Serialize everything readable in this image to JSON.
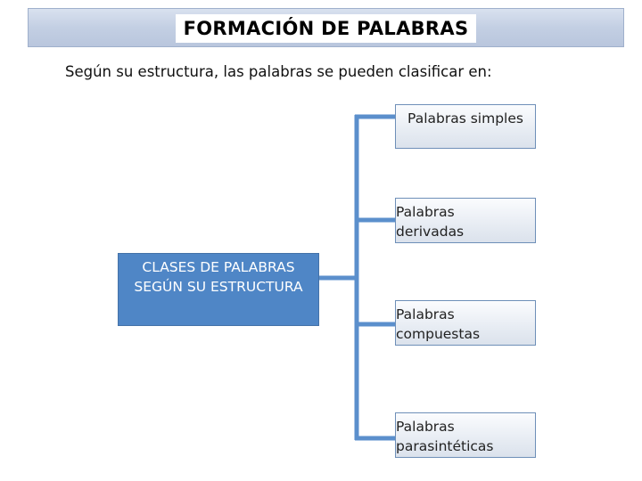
{
  "title": "FORMACIÓN DE PALABRAS",
  "intro": "Según su estructura, las palabras se pueden clasificar en:",
  "root": {
    "line1": "CLASES DE PALABRAS",
    "line2": "SEGÚN SU ESTRUCTURA"
  },
  "children": [
    {
      "line1": "Palabras simples",
      "line2": ""
    },
    {
      "line1": "Palabras",
      "line2": "derivadas"
    },
    {
      "line1": "Palabras",
      "line2": "compuestas"
    },
    {
      "line1": "Palabras",
      "line2": "parasintéticas"
    }
  ],
  "colors": {
    "root_fill": "#4f86c6",
    "connector": "#5b8fcc",
    "node_border": "#6e8fb8",
    "title_bar": "#c3cfe3"
  }
}
